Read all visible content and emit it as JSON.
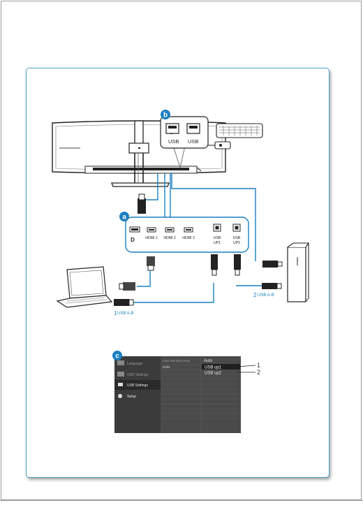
{
  "badges": {
    "a": "a",
    "b": "b",
    "c": "c"
  },
  "usb_closeup": {
    "left_label": "USB",
    "right_label": "USB"
  },
  "ports": [
    {
      "label": "",
      "icon": "displayport-icon"
    },
    {
      "label": "HDMI 1",
      "icon": "hdmi-port-icon"
    },
    {
      "label": "HDMI 2",
      "icon": "hdmi-port-icon"
    },
    {
      "label": "HDMI 3",
      "icon": "hdmi-port-icon"
    },
    {
      "label_line1": "USB",
      "label_line2": "UP1",
      "icon": "usb-b-port-icon"
    },
    {
      "label_line1": "USB",
      "label_line2": "UP2",
      "icon": "usb-b-port-icon"
    }
  ],
  "callouts": {
    "laptop_cable": {
      "number": "1",
      "text": "USB A-B"
    },
    "pc_cable": {
      "number": "2",
      "text": "USB A-B"
    }
  },
  "osd_menu": {
    "sidebar": [
      "Language",
      "OSD Settings",
      "USB Settings",
      "Setup"
    ],
    "selected_sidebar": "USB Settings",
    "middle": [
      "USB Standby Mode",
      "KVM"
    ],
    "right": [
      "Auto",
      "USB up1",
      "USB up2"
    ],
    "selected_option": "USB up1",
    "pointer_numbers": [
      "1",
      "2"
    ]
  },
  "colors": {
    "accent": "#1b7fc0",
    "panel_border": "#4aa0c8",
    "osd_bg": "#4a4a4a",
    "osd_sidebar": "#3a3a3a"
  }
}
